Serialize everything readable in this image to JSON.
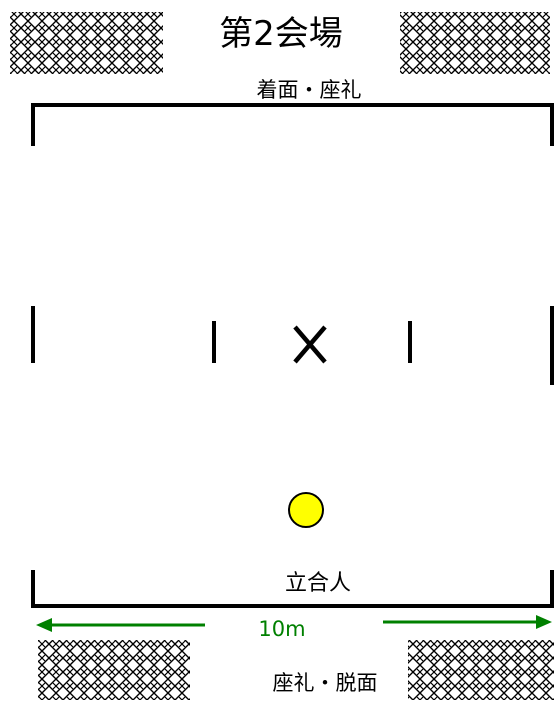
{
  "title": "第2会場",
  "top_label": "着面・座礼",
  "referee_label": "立合人",
  "bottom_label": "座礼・脱面",
  "dimension_label": "10m",
  "colors": {
    "line": "#000000",
    "dimension": "#008000",
    "referee_fill": "#ffff00"
  },
  "icons": {
    "center_mark": "x-mark",
    "referee": "yellow-circle",
    "hatch": "crosshatch-pattern"
  }
}
